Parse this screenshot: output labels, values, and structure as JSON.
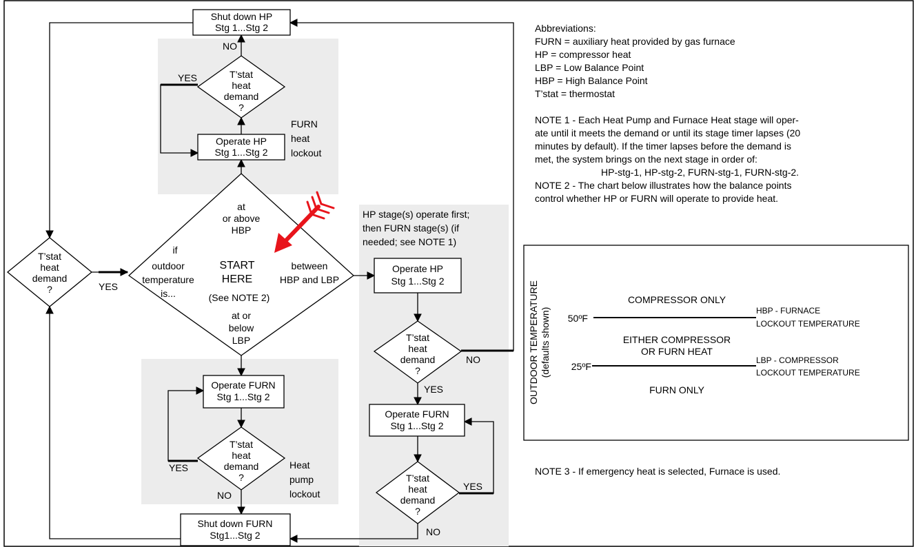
{
  "flowchart": {
    "shutdown_hp": [
      "Shut down HP",
      "Stg 1...Stg 2"
    ],
    "shutdown_furn": [
      "Shut down FURN",
      "Stg1...Stg 2"
    ],
    "operate_hp_top": [
      "Operate HP",
      "Stg 1...Stg 2"
    ],
    "operate_hp_right": [
      "Operate HP",
      "Stg 1...Stg 2"
    ],
    "operate_furn_bottom": [
      "Operate FURN",
      "Stg 1...Stg 2"
    ],
    "operate_furn_right": [
      "Operate FURN",
      "Stg 1...Stg 2"
    ],
    "tstat_lines": [
      "T’stat",
      "heat",
      "demand",
      "?"
    ],
    "start": {
      "if_lines": [
        "if",
        "outdoor",
        "temperature",
        "is..."
      ],
      "start_lines": [
        "START",
        "HERE"
      ],
      "see_note": "(See NOTE 2)",
      "at_above": [
        "at",
        "or above",
        "HBP"
      ],
      "between": [
        "between",
        "HBP and LBP"
      ],
      "at_below": [
        "at or",
        "below",
        "LBP"
      ]
    },
    "yes": "YES",
    "no": "NO",
    "furn_lockout": [
      "FURN",
      "heat",
      "lockout"
    ],
    "hp_lockout": [
      "Heat",
      "pump",
      "lockout"
    ],
    "hp_first": [
      "HP stage(s) operate first;",
      "then FURN stage(s) (if",
      "needed; see NOTE 1)"
    ]
  },
  "notes": {
    "abbrev_title": "Abbreviations:",
    "abbrevs": [
      "FURN = auxiliary heat provided by gas furnace",
      "HP = compressor heat",
      "LBP = Low Balance Point",
      "HBP = High Balance Point",
      "T’stat = thermostat"
    ],
    "note1": [
      "NOTE 1 - Each Heat Pump and Furnace Heat stage will oper-",
      "ate until it meets the demand or until its stage timer lapses (20",
      "minutes by default). If the timer lapses before the demand is",
      "met, the system brings on the next stage in order of:"
    ],
    "note1_order": "HP-stg-1, HP-stg-2, FURN-stg-1, FURN-stg-2.",
    "note2": [
      "NOTE 2 - The chart below illustrates how the balance points",
      "control whether HP or FURN will operate to provide heat."
    ],
    "note3": "NOTE 3 - If emergency heat is selected, Furnace is used."
  },
  "balance_chart": {
    "axis_title": "OUTDOOR TEMPERATURE",
    "axis_subtitle": "(defaults shown)",
    "compressor_only": "COMPRESSOR ONLY",
    "hbp_temp": "50ºF",
    "hbp_label": [
      "HBP - FURNACE",
      "LOCKOUT TEMPERATURE"
    ],
    "either": [
      "EITHER COMPRESSOR",
      "OR FURN HEAT"
    ],
    "lbp_temp": "25ºF",
    "lbp_label": [
      "LBP - COMPRESSOR",
      "LOCKOUT TEMPERATURE"
    ],
    "furn_only": "FURN ONLY"
  }
}
